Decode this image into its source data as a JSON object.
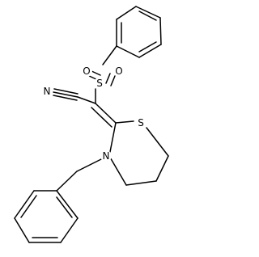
{
  "atoms": {
    "oxygen_top": "O",
    "sulfur_sulfonyl": "S",
    "oxygen_bottom": "O",
    "nitrogen_nitrile": "N",
    "sulfur_ring": "S",
    "nitrogen_ring": "N"
  },
  "colors": {
    "line": "#000000",
    "background": "#ffffff"
  }
}
